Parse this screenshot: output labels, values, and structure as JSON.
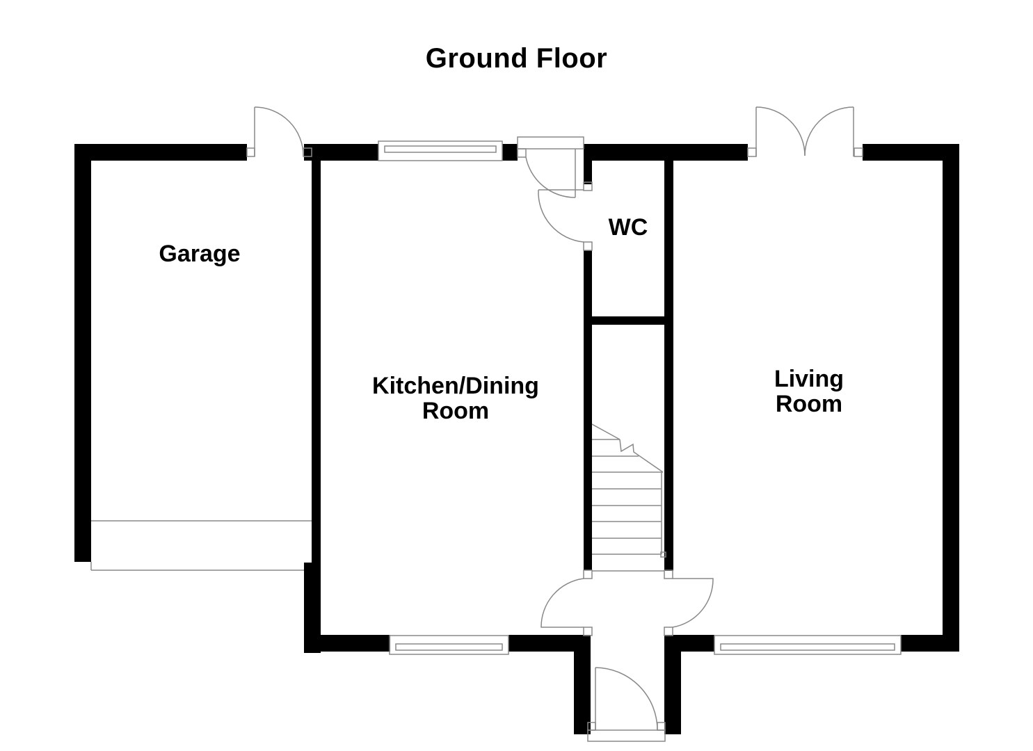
{
  "title": "Ground Floor",
  "rooms": [
    {
      "id": "garage",
      "label_lines": [
        "Garage"
      ]
    },
    {
      "id": "kitchen",
      "label_lines": [
        "Kitchen/Dining",
        "Room"
      ]
    },
    {
      "id": "wc",
      "label_lines": [
        "WC"
      ]
    },
    {
      "id": "living",
      "label_lines": [
        "Living",
        "Room"
      ]
    }
  ],
  "labels": {
    "garage": "Garage",
    "kitchen_line1": "Kitchen/Dining",
    "kitchen_line2": "Room",
    "wc": "WC",
    "living_line1": "Living",
    "living_line2": "Room"
  },
  "colors": {
    "wall": "#000000",
    "fixture": "#888888",
    "background": "#ffffff"
  }
}
